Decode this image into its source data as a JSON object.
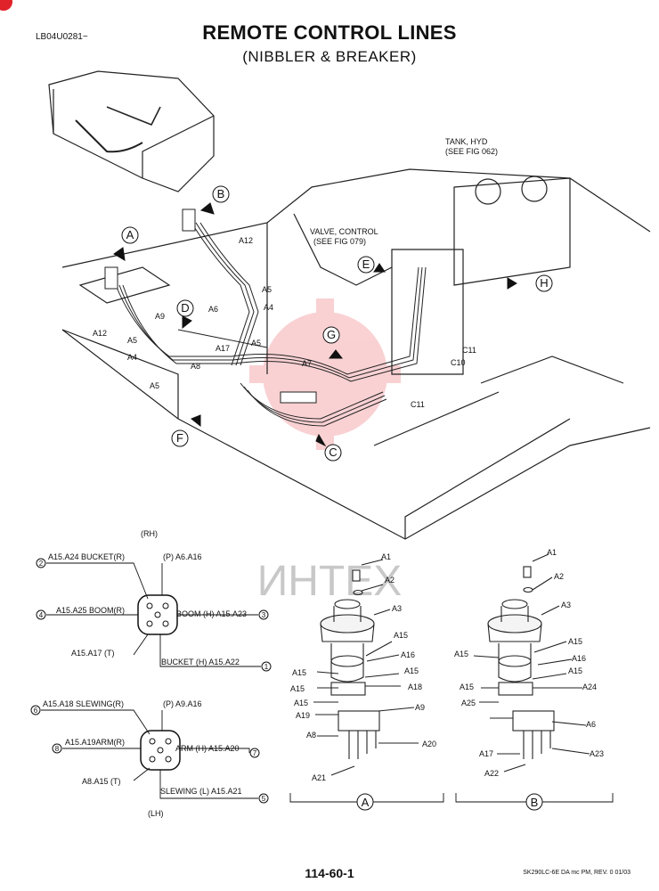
{
  "header": {
    "code": "LB04U0281~",
    "title": "REMOTE CONTROL LINES",
    "subtitle": "(NIBBLER & BREAKER)"
  },
  "notes": {
    "tank_line1": "TANK, HYD",
    "tank_line2": "(SEE FIG 062)",
    "valve_line1": "VALVE, CONTROL",
    "valve_line2": "(SEE FIG 079)"
  },
  "callouts": [
    "A",
    "B",
    "C",
    "D",
    "E",
    "F",
    "G",
    "H"
  ],
  "main_labels": {
    "a12_top": "A12",
    "a5_top": "A5",
    "a4_top": "A4",
    "a6": "A6",
    "a9": "A9",
    "a12_left": "A12",
    "a5_left": "A5",
    "a4_left": "A4",
    "a5_bottom": "A5",
    "a8": "A8",
    "a17": "A17",
    "a5_mid": "A5",
    "a7": "A7",
    "c11_top": "C11",
    "c10": "C10",
    "c11_bottom": "C11"
  },
  "watermark": "ИНТЕХ",
  "schematic_rh": {
    "side": "(RH)",
    "port_p": "(P) A6.A16",
    "port_2": "A15.A24 BUCKET(R)",
    "port_4": "A15.A25 BOOM(R)",
    "port_3": "BOOM (H) A15.A23",
    "port_t": "A15.A17 (T)",
    "port_1": "BUCKET (H) A15.A22",
    "n2": "2",
    "n4": "4",
    "n3": "3",
    "n1": "1"
  },
  "schematic_lh": {
    "side": "(LH)",
    "port_p": "(P) A9.A16",
    "port_6": "A15.A18 SLEWING(R)",
    "port_8": "A15.A19ARM(R)",
    "port_7": "ARM (H) A15.A20",
    "port_t": "A8.A15 (T)",
    "port_5": "SLEWING (L) A15.A21",
    "n6": "6",
    "n8": "8",
    "n7": "7",
    "n5": "5"
  },
  "detail_a": {
    "caption": "A",
    "labels": [
      "A1",
      "A2",
      "A3",
      "A15",
      "A16",
      "A15",
      "A15",
      "A18",
      "A15",
      "A15",
      "A19",
      "A9",
      "A8",
      "A20",
      "A21"
    ]
  },
  "detail_b": {
    "caption": "B",
    "labels": [
      "A1",
      "A2",
      "A3",
      "A15",
      "A16",
      "A15",
      "A15",
      "A24",
      "A15",
      "A25",
      "A6",
      "A17",
      "A23",
      "A22"
    ]
  },
  "footer": {
    "page": "114-60-1",
    "ref": "SK290LC-6E DA mc PM, REV. 0 01/03"
  }
}
